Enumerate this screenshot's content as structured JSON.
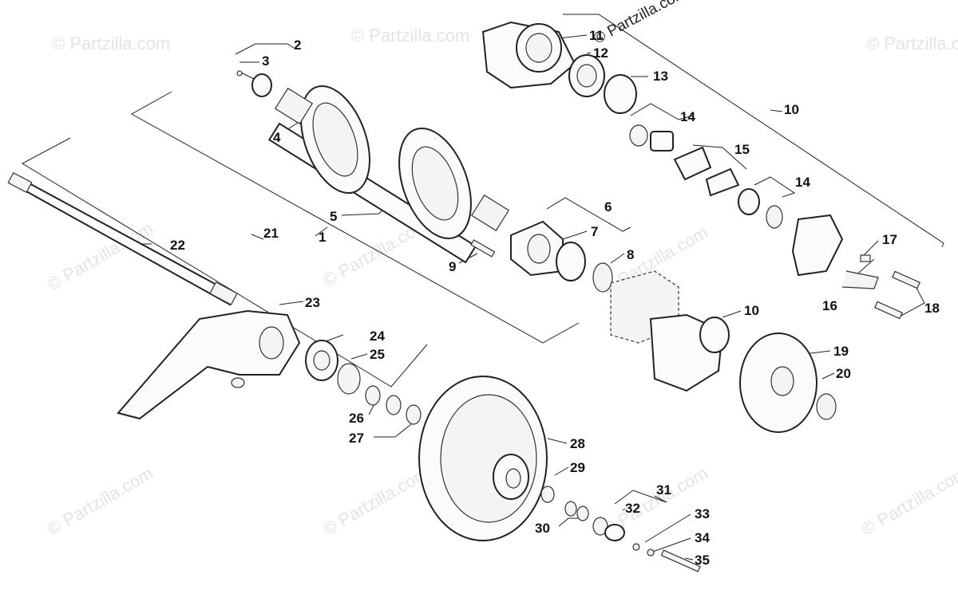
{
  "diagram": {
    "copyright": "© Partzilla.com",
    "watermark_text": "© Partzilla.com",
    "callouts": [
      "1",
      "2",
      "3",
      "4",
      "5",
      "6",
      "7",
      "8",
      "9",
      "10",
      "10",
      "11",
      "12",
      "13",
      "14",
      "14",
      "15",
      "16",
      "17",
      "18",
      "19",
      "20",
      "21",
      "22",
      "23",
      "24",
      "25",
      "26",
      "27",
      "28",
      "29",
      "30",
      "31",
      "32",
      "33",
      "34",
      "35"
    ],
    "colors": {
      "line": "#222222",
      "part_fill": "#fbfbfb",
      "watermark": "#e4e4e4",
      "background": "#ffffff"
    }
  }
}
